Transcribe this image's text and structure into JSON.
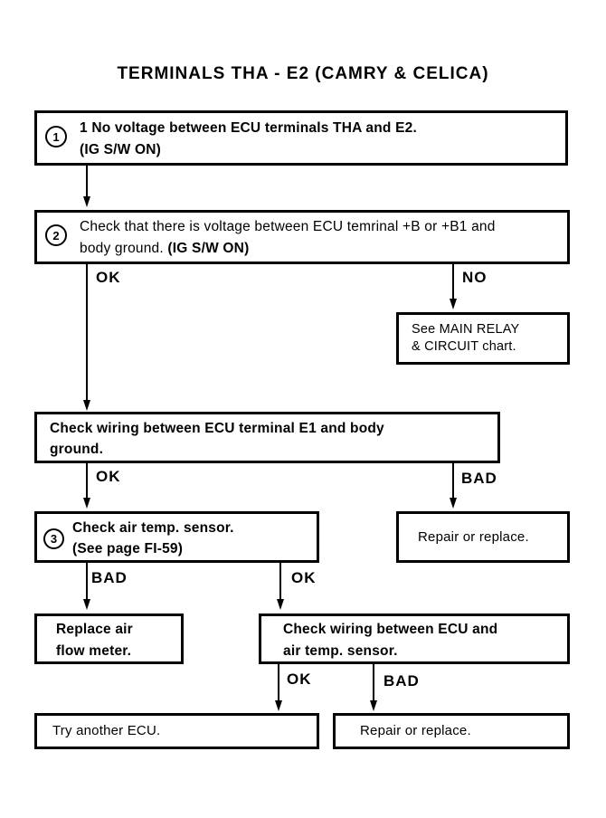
{
  "title": "TERMINALS THA - E2 (CAMRY & CELICA)",
  "boxes": {
    "step1": {
      "badge": "1",
      "line1": "1  No voltage between ECU terminals THA and E2.",
      "line2": "(IG S/W ON)"
    },
    "step2": {
      "badge": "2",
      "line1": "Check that there is voltage between ECU temrinal +B or +B1 and",
      "line2_text": "body ground. ",
      "line2_bold": "(IG S/W ON)"
    },
    "main_relay": {
      "line1": "See MAIN RELAY",
      "line2": "& CIRCUIT chart."
    },
    "check_e1": {
      "line1": "Check wiring between ECU terminal E1 and body",
      "line2": "ground."
    },
    "step3": {
      "badge": "3",
      "line1": "Check air temp. sensor.",
      "line2": "(See page FI-59)"
    },
    "repair_top": {
      "line1": "Repair or replace."
    },
    "replace_afm": {
      "line1": "Replace air",
      "line2": "flow meter."
    },
    "check_wiring_sensor": {
      "line1": "Check wiring between ECU and",
      "line2": "air temp. sensor."
    },
    "try_ecu": {
      "line1": "Try another ECU."
    },
    "repair_bottom": {
      "line1": "Repair or replace."
    }
  },
  "branch_labels": {
    "step2_ok": "OK",
    "step2_no": "NO",
    "check_e1_ok": "OK",
    "check_e1_bad": "BAD",
    "step3_bad": "BAD",
    "step3_ok": "OK",
    "wiring_ok": "OK",
    "wiring_bad": "BAD"
  },
  "colors": {
    "ink": "#000000",
    "paper": "#ffffff"
  }
}
